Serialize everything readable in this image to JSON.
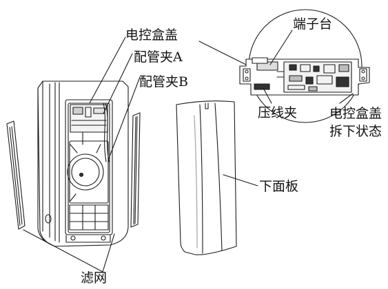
{
  "diagram": {
    "labels": {
      "control_box_cover": "电控盒盖",
      "pipe_clamp_a": "配管夹A",
      "pipe_clamp_b": "配管夹B",
      "terminal_block": "端子台",
      "wire_clamp": "压线夹",
      "cover_removed_line1": "电控盒盖",
      "cover_removed_line2": "拆下状态",
      "lower_panel": "下面板",
      "filter": "滤网"
    },
    "colors": {
      "line": "#1a1a1a",
      "paper": "#ffffff",
      "shade": "#cfcfcf",
      "dark": "#333333"
    }
  }
}
